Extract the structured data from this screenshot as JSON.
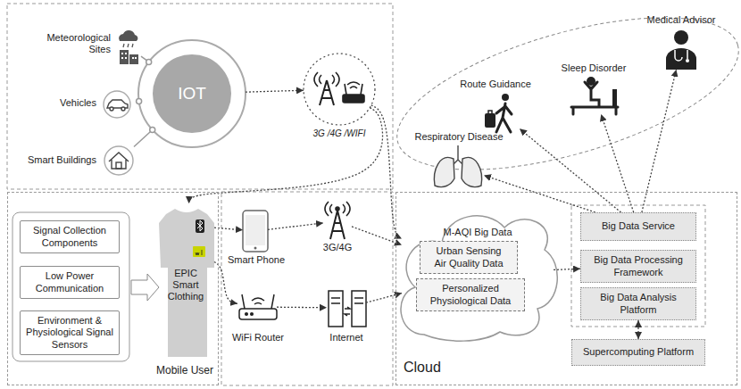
{
  "diagram": {
    "nodes": [
      {
        "text": [
          "Meteorological Sites"
        ]
      },
      {
        "text": [
          "Vehicles"
        ]
      },
      {
        "text": [
          "Smart Buildings"
        ]
      },
      {
        "text": [
          "IOT"
        ]
      },
      {
        "text": [
          "3G /4G /WIFI"
        ]
      },
      {
        "text": [
          "Mobile User"
        ]
      },
      {
        "text": [
          "Signal Collection Components"
        ],
        "in": 5
      },
      {
        "text": [
          "Low Power Communication"
        ],
        "in": 5
      },
      {
        "text": [
          "Environment & Physiological Signal Sensors"
        ],
        "in": 5
      },
      {
        "text": [
          "EPIC Smart Clothing"
        ],
        "in": 5
      },
      {
        "text": [
          "Smart Phone"
        ]
      },
      {
        "text": [
          "3G/4G"
        ]
      },
      {
        "text": [
          "WiFi Router"
        ]
      },
      {
        "text": [
          "Internet"
        ]
      },
      {
        "text": [
          "Cloud"
        ]
      },
      {
        "text": [
          "M-AQI Big Data"
        ],
        "in": 14
      },
      {
        "text": [
          "Urban Sensing Air Quality Data"
        ],
        "in": 15
      },
      {
        "text": [
          "Personalized Physiological Data"
        ],
        "in": 15
      },
      {
        "text": [
          "Big Data Service"
        ],
        "in": 14
      },
      {
        "text": [
          "Big Data Processing Framework"
        ],
        "in": 14
      },
      {
        "text": [
          "Big Data Analysis Platform"
        ],
        "in": 14
      },
      {
        "text": [
          "Supercomputing Platform"
        ],
        "in": 14
      },
      {
        "text": [
          "Respiratory Disease"
        ]
      },
      {
        "text": [
          "Route Guidance"
        ]
      },
      {
        "text": [
          "Sleep Disorder"
        ]
      },
      {
        "text": [
          "Medical Advisor"
        ]
      }
    ],
    "edges": [
      {
        "from": 0,
        "to": 3,
        "arrow": "none"
      },
      {
        "from": 1,
        "to": 3,
        "arrow": "none"
      },
      {
        "from": 2,
        "to": 3,
        "arrow": "none"
      },
      {
        "from": 3,
        "to": 4,
        "arrow": "to"
      },
      {
        "from": 4,
        "to": 9,
        "arrow": "to"
      },
      {
        "from": 4,
        "to": 15,
        "arrow": "to"
      },
      {
        "from": 9,
        "to": 10,
        "arrow": "to"
      },
      {
        "from": 10,
        "to": 11,
        "arrow": "to"
      },
      {
        "from": 11,
        "to": 15,
        "arrow": "to"
      },
      {
        "from": 9,
        "to": 12,
        "arrow": "to"
      },
      {
        "from": 12,
        "to": 13,
        "arrow": "to"
      },
      {
        "from": 13,
        "to": 15,
        "arrow": "to"
      },
      {
        "from": 15,
        "to": 19,
        "arrow": "to"
      },
      {
        "from": 20,
        "to": 21,
        "arrow": "both"
      },
      {
        "from": 18,
        "to": 22,
        "arrow": "to"
      },
      {
        "from": 18,
        "to": 23,
        "arrow": "to"
      },
      {
        "from": 18,
        "to": 24,
        "arrow": "to"
      },
      {
        "from": 18,
        "to": 25,
        "arrow": "to"
      }
    ]
  }
}
